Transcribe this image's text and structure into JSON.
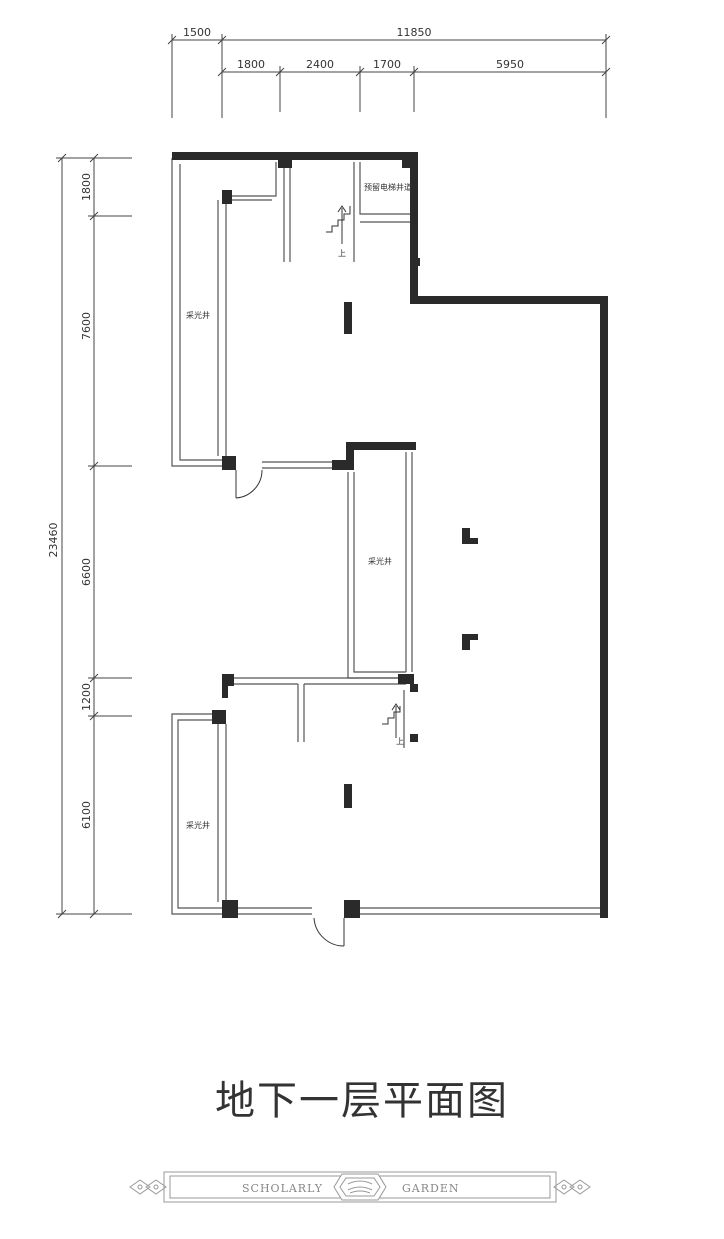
{
  "plan": {
    "top_dimensions": {
      "overall": [
        "1500",
        "11850"
      ],
      "segments": [
        "1800",
        "2400",
        "1700",
        "5950"
      ]
    },
    "left_dimensions": {
      "total": "23460",
      "segments": [
        "1800",
        "7600",
        "6600",
        "1200",
        "6100"
      ]
    },
    "rooms": {
      "elevator_reserved": "预留电梯井道",
      "light_well_1": "采光井",
      "light_well_2": "采光井",
      "light_well_3": "采光井"
    },
    "stair_labels": [
      "上",
      "上"
    ]
  },
  "title": "地下一层平面图",
  "brand": {
    "left_word": "SCHOLARLY",
    "right_word": "GARDEN"
  },
  "colors": {
    "wall": "#2a2a2a",
    "line": "#555555",
    "text": "#333333",
    "brand": "#999999"
  }
}
